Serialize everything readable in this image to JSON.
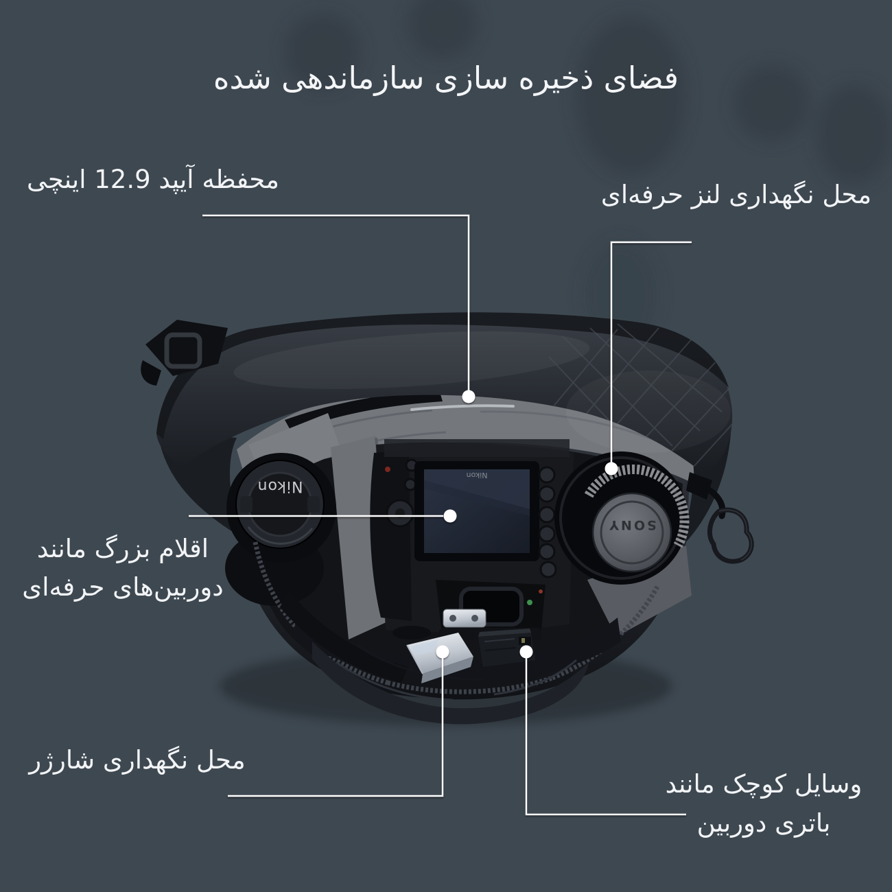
{
  "page": {
    "background_color": "#3e4851",
    "label_text_color": "#f2f4f6",
    "annotation_line_color": "#ffffff"
  },
  "title": "فضای ذخیره سازی سازماندهی شده",
  "annotations": {
    "ipad_compartment": {
      "label": "محفظه آیپد 12.9 اینچی"
    },
    "lens_storage": {
      "label": "محل نگهداری لنز حرفه‌ای"
    },
    "large_items": {
      "label_line1": "اقلام بزرگ مانند",
      "label_line2": "دوربین‌های حرفه‌ای"
    },
    "charger_storage": {
      "label": "محل نگهداری شارژر"
    },
    "small_items": {
      "label_line1": "وسایل کوچک مانند",
      "label_line2": "باتری دوربین"
    }
  },
  "product": {
    "lens_cap_brand": "Nikon",
    "camera_brand": "Nikon",
    "lens_brand": "SONY"
  }
}
